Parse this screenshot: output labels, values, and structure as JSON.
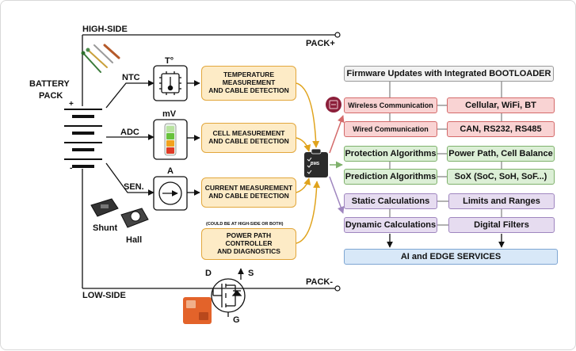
{
  "left": {
    "high_side": "HIGH-SIDE",
    "low_side": "LOW-SIDE",
    "pack_plus": "PACK+",
    "pack_minus": "PACK-",
    "battery_line1": "BATTERY",
    "battery_line2": "PACK",
    "plus": "+",
    "minus": "-",
    "ntc": "NTC",
    "adc": "ADC",
    "sen": "SEN.",
    "t_unit": "T°",
    "mv_unit": "mV",
    "a_unit": "A",
    "shunt": "Shunt",
    "hall": "Hall",
    "d": "D",
    "s": "S",
    "g": "G",
    "note": "(COULD BE AT HIGH-SIDE OR BOTH)"
  },
  "middle": {
    "temp": [
      "TEMPERATURE",
      "MEASUREMENT",
      "AND CABLE DETECTION"
    ],
    "cell": [
      "CELL MEASUREMENT",
      "AND CABLE DETECTION"
    ],
    "current": [
      "CURRENT MEASUREMENT",
      "AND CABLE DETECTION"
    ],
    "power": [
      "POWER PATH",
      "CONTROLLER",
      "AND DIAGNOSTICS"
    ],
    "bms": "BMS"
  },
  "right": {
    "firmware": "Firmware Updates with Integrated BOOTLOADER",
    "wireless": "Wireless Communication",
    "cellular": "Cellular, WiFi, BT",
    "wired": "Wired Communication",
    "can": "CAN, RS232, RS485",
    "protection": "Protection Algorithms",
    "power_path": "Power Path, Cell Balance",
    "prediction": "Prediction Algorithms",
    "sox": "SoX (SoC, SoH, SoF...)",
    "static": "Static Calculations",
    "limits": "Limits and Ranges",
    "dynamic": "Dynamic Calculations",
    "filters": "Digital Filters",
    "ai": "AI and EDGE SERVICES"
  },
  "colors": {
    "orange_arrow": "#e0a31c",
    "green_arrow": "#7fb16c",
    "purple_arrow": "#9f86bf",
    "red_arrow": "#d46a6a",
    "line": "#111111"
  }
}
